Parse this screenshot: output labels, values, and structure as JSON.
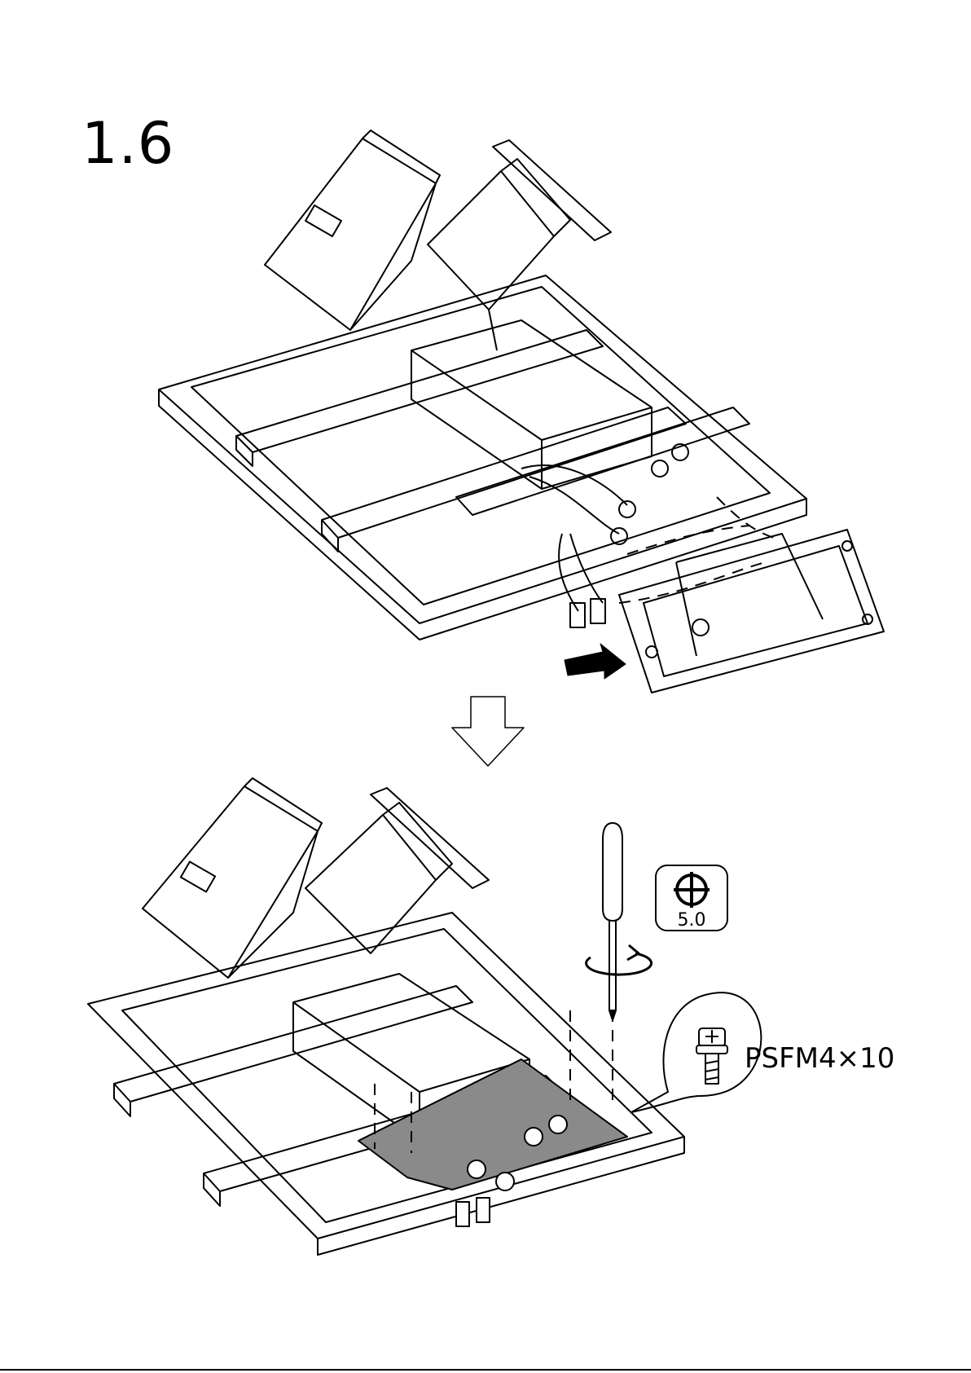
{
  "step": {
    "number": "1.6"
  },
  "tool": {
    "bit_size": "5.0",
    "type": "phillips-screwdriver"
  },
  "fastener": {
    "label": "PSFM4×10"
  },
  "icons": [
    "right-arrow-icon",
    "down-arrow-icon",
    "screwdriver-icon",
    "rotation-icon",
    "phillips-bit-icon",
    "screw-icon"
  ],
  "colors": {
    "line": "#000000",
    "highlight": "#8a8a8a"
  }
}
